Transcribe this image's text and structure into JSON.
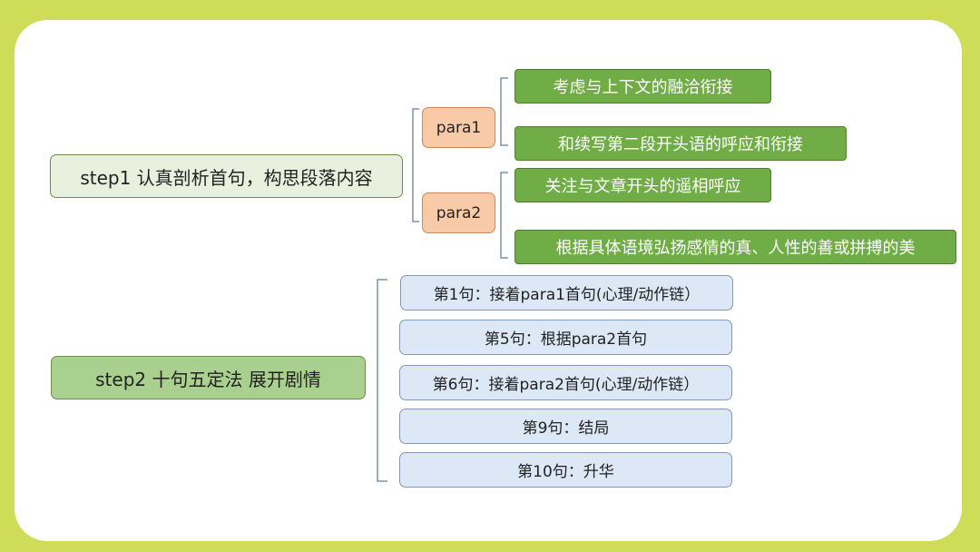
{
  "diagram": {
    "step1": {
      "label": "step1 认真剖析首句，构思段落内容",
      "children": [
        {
          "label": "para1",
          "children": [
            "考虑与上下文的融洽衔接",
            "和续写第二段开头语的呼应和衔接"
          ]
        },
        {
          "label": "para2",
          "children": [
            "关注与文章开头的遥相呼应",
            "根据具体语境弘扬感情的真、人性的善或拼搏的美"
          ]
        }
      ]
    },
    "step2": {
      "label": "step2 十句五定法 展开剧情",
      "children": [
        "第1句：接着para1首句(心理/动作链）",
        "第5句：根据para2首句",
        "第6句：接着para2首句(心理/动作链）",
        "第9句：结局",
        "第10句：升华"
      ]
    }
  },
  "colors": {
    "background": "#cfdc58",
    "card": "#ffffff",
    "leaf_green": "#70ad47",
    "step2_green": "#a9d08e",
    "para_orange": "#f9caa7",
    "sentence_blue": "#dce8f6"
  }
}
